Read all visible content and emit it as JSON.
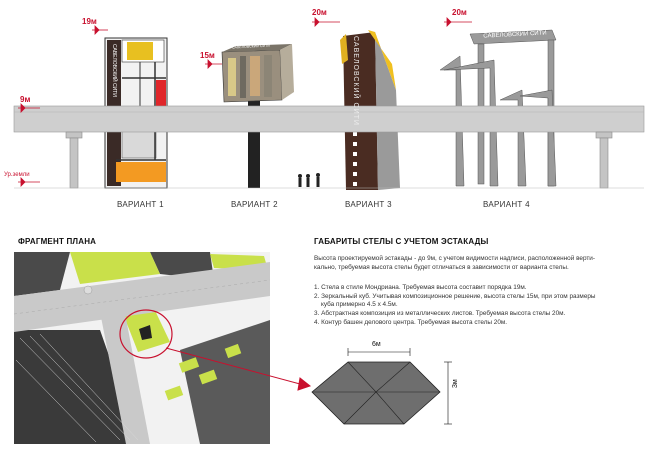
{
  "heights": {
    "h19": "19м",
    "h15": "15м",
    "h20a": "20м",
    "h20b": "20м",
    "h9": "9м",
    "ground": "Ур.земли"
  },
  "variants": [
    "ВАРИАНТ 1",
    "ВАРИАНТ 2",
    "ВАРИАНТ 3",
    "ВАРИАНТ 4"
  ],
  "signs": {
    "v2_banner": "САВЕЛОВСКИЙ СИТИ",
    "v3_vertical": "САВЕЛОВСКИЙ СИТИ",
    "v1_vertical": "САВЕЛОВСКИЙ СИТИ",
    "v4_top": "САВЕЛОВСКИЙ СИТИ"
  },
  "plan": {
    "title": "ФРАГМЕНТ ПЛАНА"
  },
  "info": {
    "title": "ГАБАРИТЫ СТЕЛЫ С УЧЕТОМ ЭСТАКАДЫ",
    "intro_1": "Высота проектируемой эстакады - до 9м, с учетом видимости надписи, расположенной верти-",
    "intro_2": "кально, требуемая высота стелы будет отличаться в зависимости от варианта стелы.",
    "items": [
      "1. Стела в стиле Мондриана.  Требуемая высота составит порядка 19м.",
      "2.  Зеркальный куб. Учитывая композиционное решение, высота стелы 15м, при этом размеры",
      "куба примерно 4.5 х 4.5м.",
      "3. Абстрактная композиция из металлических листов. Требуемая высота стелы 20м.",
      "4. Контур башен делового центра. Требуемая высота стелы 20м."
    ]
  },
  "footprint": {
    "width_label": "6м",
    "depth_label": "3м"
  },
  "colors": {
    "accent_red": "#c8102e",
    "road_gray": "#c9c9c9",
    "plan_green": "#c9e04a",
    "footprint_gray": "#6e6e6e"
  }
}
